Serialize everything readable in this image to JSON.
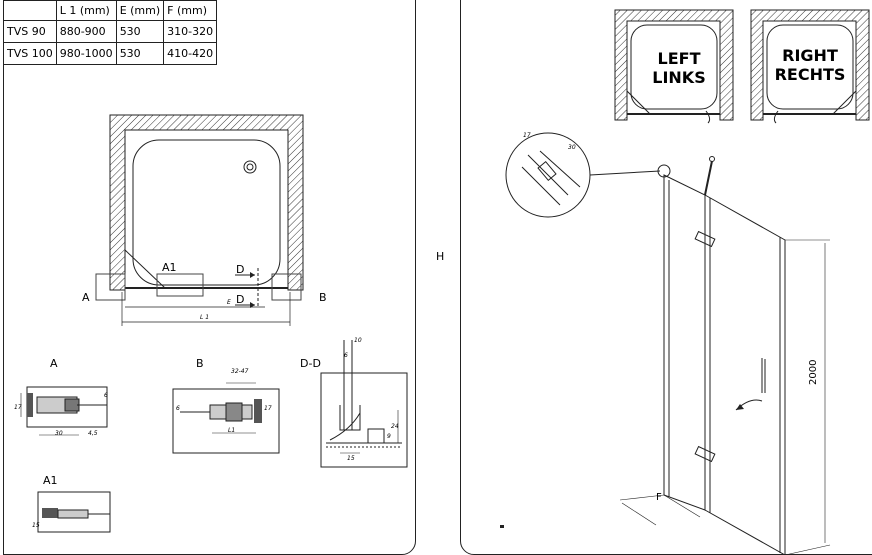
{
  "spec_table": {
    "headers": [
      "",
      "L 1 (mm)",
      "E (mm)",
      "F (mm)"
    ],
    "rows": [
      [
        "TVS 90",
        "880-900",
        "530",
        "310-320"
      ],
      [
        "TVS 100",
        "980-1000",
        "530",
        "410-420"
      ]
    ]
  },
  "plan": {
    "callout_a1": "A1",
    "callout_a": "A",
    "callout_b": "B",
    "section_mark": "D",
    "dim_e": "E",
    "dim_l1": "L 1"
  },
  "details": {
    "a_title": "A",
    "b_title": "B",
    "dd_title": "D-D",
    "a1_title": "A1",
    "a_dim_17": "17",
    "a_dim_6": "6",
    "a_dim_30": "30",
    "a_dim_45": "4,5",
    "b_dim_3247": "32-47",
    "b_dim_6": "6",
    "b_dim_17": "17",
    "b_dim_l1": "L1",
    "dd_dim_10": "10",
    "dd_dim_6": "6",
    "dd_dim_24": "24",
    "dd_dim_9": "9",
    "dd_dim_15": "15",
    "a1_dim_15": "15"
  },
  "orientation": {
    "left_line1": "LEFT",
    "left_line2": "LINKS",
    "right_line1": "RIGHT",
    "right_line2": "RECHTS"
  },
  "perspective": {
    "zoom_dim_17": "17",
    "zoom_dim_30": "30",
    "height_dim": "2000",
    "depth_dim": "F"
  },
  "gutter_mark": "H"
}
